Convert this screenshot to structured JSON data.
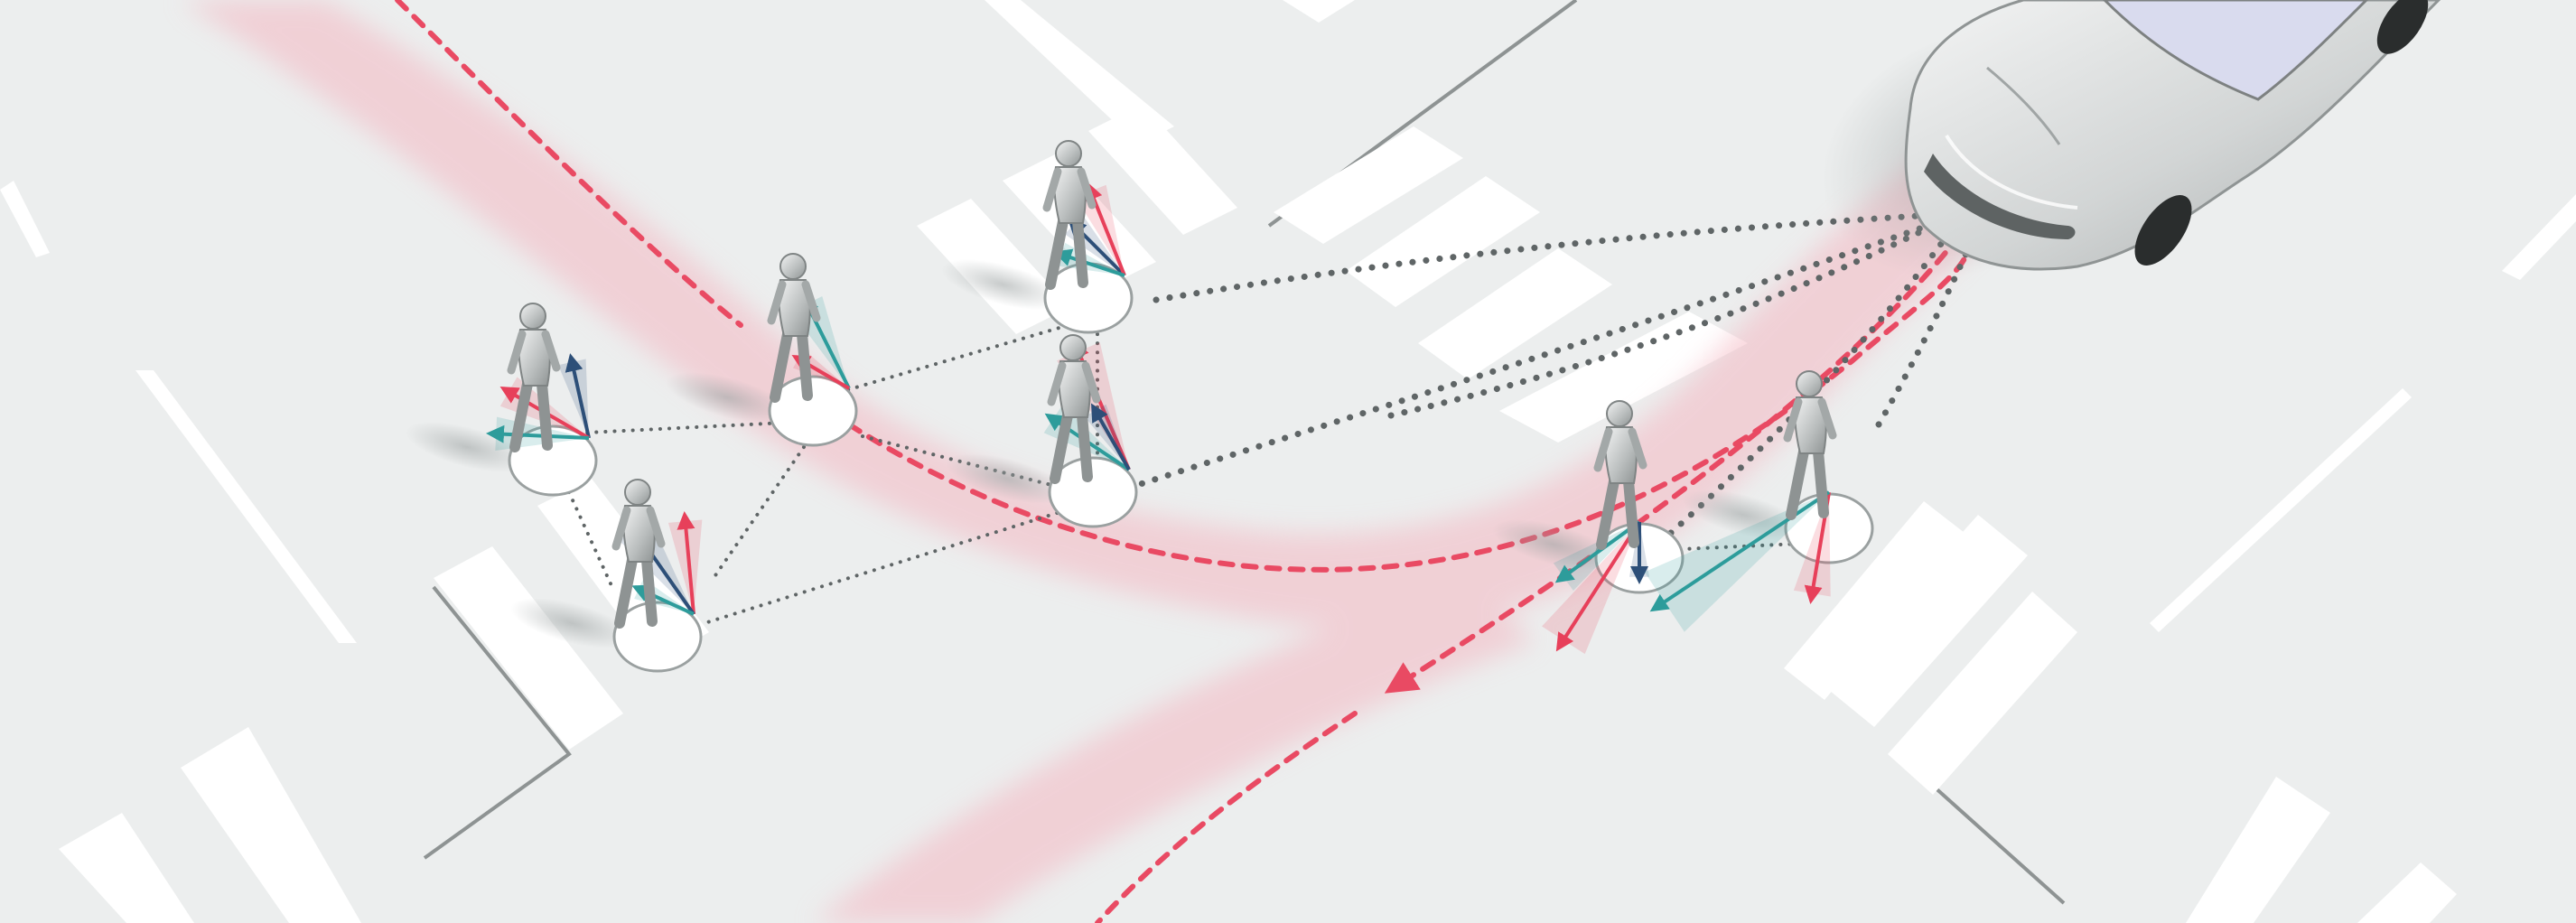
{
  "scene": {
    "background": "#eceeee",
    "road_marking_color": "#ffffff",
    "path_band_color": "#f4b8c2",
    "ego_path_color": "#e94a63",
    "interaction_edge_color": "#5f6566",
    "arrow_colors": {
      "red": "#e7405a",
      "teal": "#2d9c9b",
      "navy": "#2d4f78"
    },
    "vehicle": {
      "kind": "car",
      "icon": "car-icon",
      "color": "#d5d8d8"
    },
    "pedestrians": [
      {
        "id": "p1",
        "icon": "walking-person-icon"
      },
      {
        "id": "p2",
        "icon": "walking-person-icon"
      },
      {
        "id": "p3",
        "icon": "standing-person-icon"
      },
      {
        "id": "p4",
        "icon": "walking-person-icon"
      },
      {
        "id": "p5",
        "icon": "walking-person-icon"
      },
      {
        "id": "p6",
        "icon": "standing-person-icon"
      },
      {
        "id": "p7",
        "icon": "walking-person-icon"
      }
    ]
  }
}
